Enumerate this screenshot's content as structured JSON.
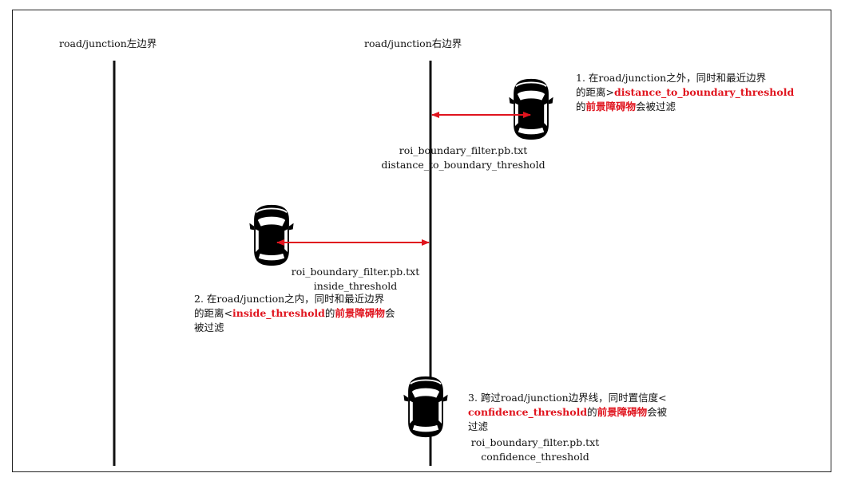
{
  "diagram": {
    "left_boundary_label": "road/junction左边界",
    "right_boundary_label": "road/junction右边界",
    "note1": {
      "line1": "1. 在road/junction之外，同时和最近边界",
      "line2_prefix": "的距离>",
      "line2_param": "distance_to_boundary_threshold",
      "line3_prefix": "的",
      "line3_em": "前景障碍物",
      "line3_suffix": "会被过滤",
      "config_file": "roi_boundary_filter.pb.txt",
      "config_param": "distance_to_boundary_threshold"
    },
    "note2": {
      "line1": "2. 在road/junction之内，同时和最近边界",
      "line2_prefix": "的距离<",
      "line2_param": "inside_threshold",
      "line2_mid": "的",
      "line2_em": "前景障碍物",
      "line2_suffix": "会",
      "line3": "被过滤",
      "config_file": "roi_boundary_filter.pb.txt",
      "config_param": "inside_threshold"
    },
    "note3": {
      "line1": "3. 跨过road/junction边界线，同时置信度<",
      "line2_param": "confidence_threshold",
      "line2_mid": "的",
      "line2_em": "前景障碍物",
      "line2_suffix": "会被",
      "line3": "过滤",
      "config_file": "roi_boundary_filter.pb.txt",
      "config_param": "confidence_threshold"
    },
    "colors": {
      "highlight": "#e0141e",
      "line": "#111111"
    },
    "icons": [
      "car-icon",
      "car-icon",
      "car-icon"
    ]
  }
}
